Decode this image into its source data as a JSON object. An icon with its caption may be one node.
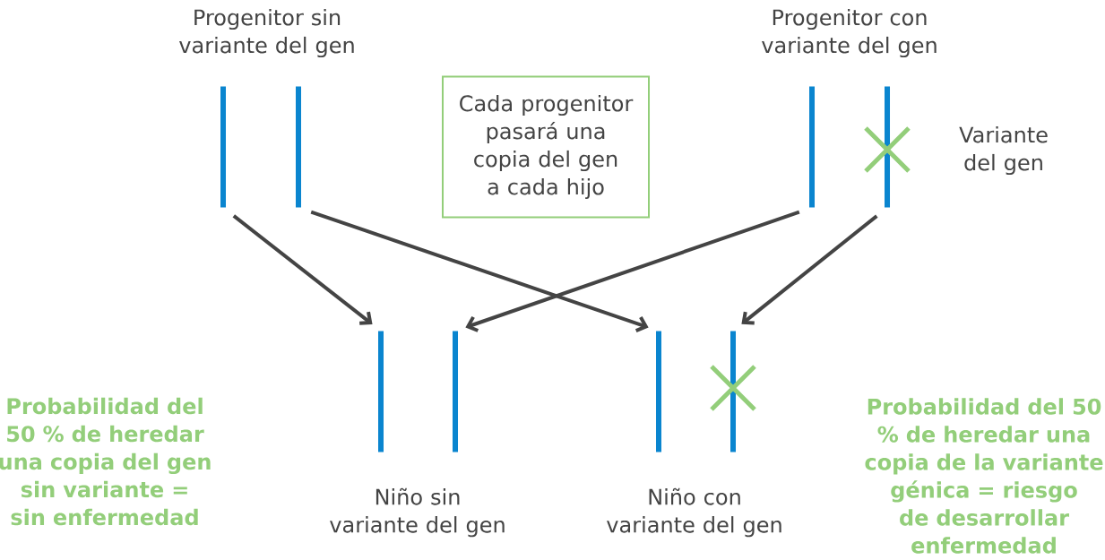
{
  "diagram": {
    "nodes": [
      {
        "text": [],
        "shape": "bar"
      },
      {
        "text": [],
        "shape": "bar"
      },
      {
        "text": [
          "Cada progenitor pasará una copia del gen a cada hijo"
        ]
      },
      {
        "text": [],
        "shape": "bar"
      },
      {
        "text": [],
        "shape": "bar"
      },
      {
        "text": [],
        "shape": "bar"
      },
      {
        "text": [],
        "shape": "bar"
      },
      {
        "text": [],
        "shape": "bar"
      },
      {
        "text": [],
        "shape": "bar"
      }
    ],
    "edges": [
      {
        "from": 0,
        "to": 5,
        "arrow": "to"
      },
      {
        "from": 1,
        "to": 7,
        "arrow": "to"
      },
      {
        "from": 3,
        "to": 6,
        "arrow": "to"
      },
      {
        "from": 4,
        "to": 8,
        "arrow": "to"
      }
    ],
    "labels": [
      "Progenitor sin variante del gen",
      "Progenitor con variante del gen",
      "Variante del gen",
      "Probabilidad del 50 % de heredar una copia del gen sin variante = sin enfermedad",
      "Niño sin variante del gen",
      "Niño con variante del gen",
      "Probabilidad del 50 % de heredar una copia de la variante génica = riesgo de desarrollar enfermedad"
    ]
  }
}
